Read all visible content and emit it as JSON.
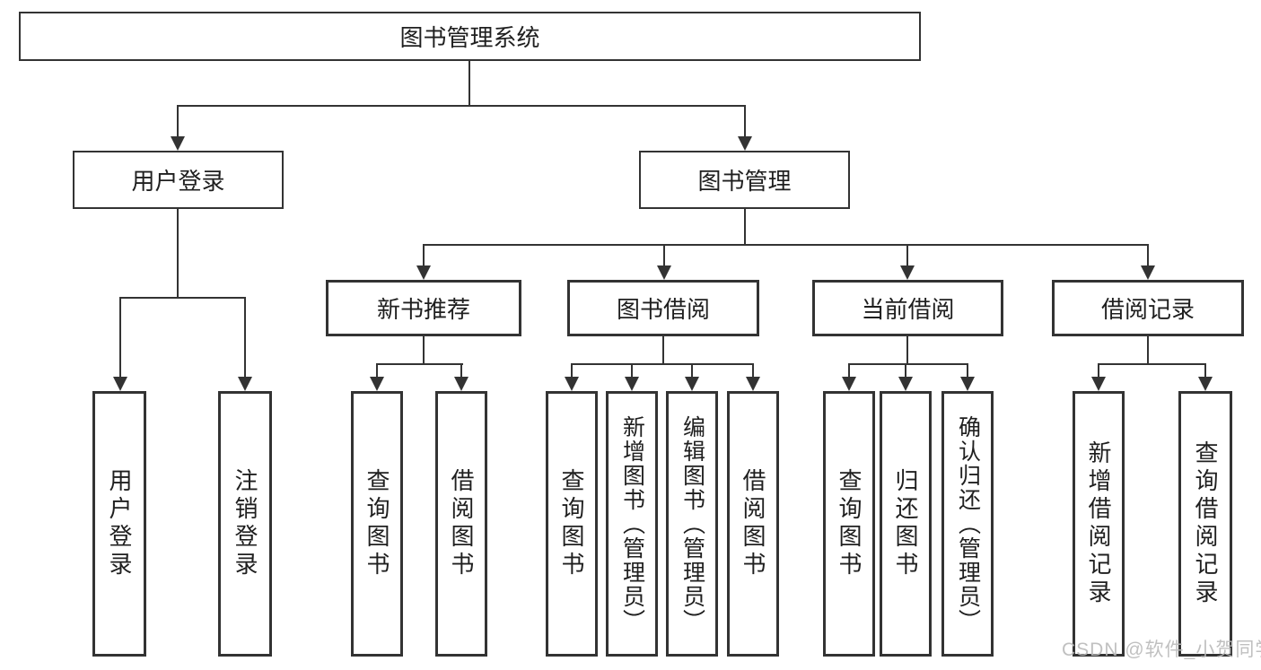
{
  "diagram": {
    "root": {
      "label": "图书管理系统"
    },
    "children": [
      {
        "label": "用户登录",
        "children": [
          {
            "label": "用户登录"
          },
          {
            "label": "注销登录"
          }
        ]
      },
      {
        "label": "图书管理",
        "children": [
          {
            "label": "新书推荐",
            "children": [
              {
                "label": "查询图书"
              },
              {
                "label": "借阅图书"
              }
            ]
          },
          {
            "label": "图书借阅",
            "children": [
              {
                "label": "查询图书"
              },
              {
                "label": "新增图书（管理员）"
              },
              {
                "label": "编辑图书（管理员）"
              },
              {
                "label": "借阅图书"
              }
            ]
          },
          {
            "label": "当前借阅",
            "children": [
              {
                "label": "查询图书"
              },
              {
                "label": "归还图书"
              },
              {
                "label": "确认归还（管理员）"
              }
            ]
          },
          {
            "label": "借阅记录",
            "children": [
              {
                "label": "新增借阅记录"
              },
              {
                "label": "查询借阅记录"
              }
            ]
          }
        ]
      }
    ]
  },
  "watermark": {
    "text": "CSDN @软件_小贺同学"
  },
  "colors": {
    "line": "#333333",
    "box_background": "#ffffff",
    "text": "#1f1f1f",
    "watermark": "#b9b9b9"
  }
}
